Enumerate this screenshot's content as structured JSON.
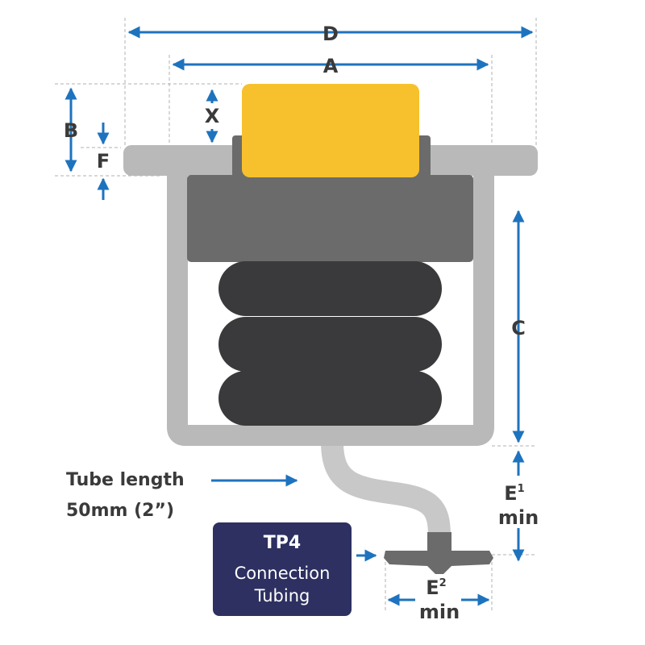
{
  "dimensions": {
    "a": "A",
    "b": "B",
    "c": "C",
    "d": "D",
    "f": "F",
    "x": "X",
    "e1": {
      "letter": "E",
      "sup": "1",
      "min": "min"
    },
    "e2": {
      "letter": "E",
      "sup": "2",
      "min": "min"
    }
  },
  "tube": {
    "line1": "Tube length",
    "line2": "50mm (2”)"
  },
  "tp4": {
    "title": "TP4",
    "line1": "Connection",
    "line2": "Tubing"
  },
  "colors": {
    "arrow": "#1e73be",
    "housing": "#b9b9b9",
    "plate": "#6b6b6b",
    "bellows": "#3a3a3c",
    "cap": "#f7c12d",
    "tp4_box": "#2d3060",
    "text": "#3a3a3a"
  }
}
